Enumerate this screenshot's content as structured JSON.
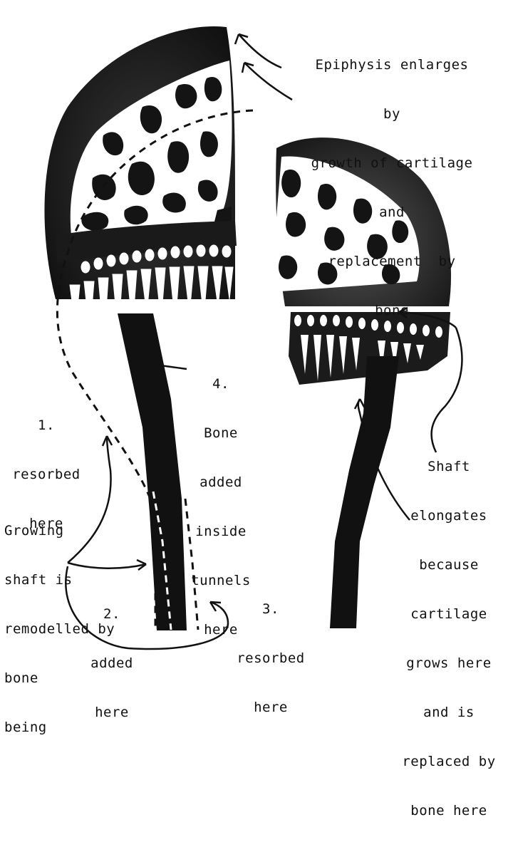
{
  "labels": {
    "epiphysis": [
      "Epiphysis enlarges",
      "by",
      "growth of cartilage",
      "and",
      "replacement  by",
      "bone"
    ],
    "resorbed_1": [
      "1.",
      "resorbed",
      "here"
    ],
    "bone_added_4": [
      "4.",
      "Bone",
      "added",
      "inside",
      "tunnels",
      "here"
    ],
    "growing_shaft": [
      "Growing",
      "shaft is",
      "remodelled by",
      "bone",
      "being"
    ],
    "added_2": [
      "2.",
      "added",
      "here"
    ],
    "resorbed_3": [
      "3.",
      "resorbed",
      "here"
    ],
    "shaft_elongates": [
      "Shaft",
      "elongates",
      "because",
      "cartilage",
      "grows here",
      "and is",
      "replaced by",
      "bone here"
    ]
  },
  "colors": {
    "ink": "#111111",
    "paper": "#ffffff",
    "cartilage": "#1c1c1c"
  }
}
